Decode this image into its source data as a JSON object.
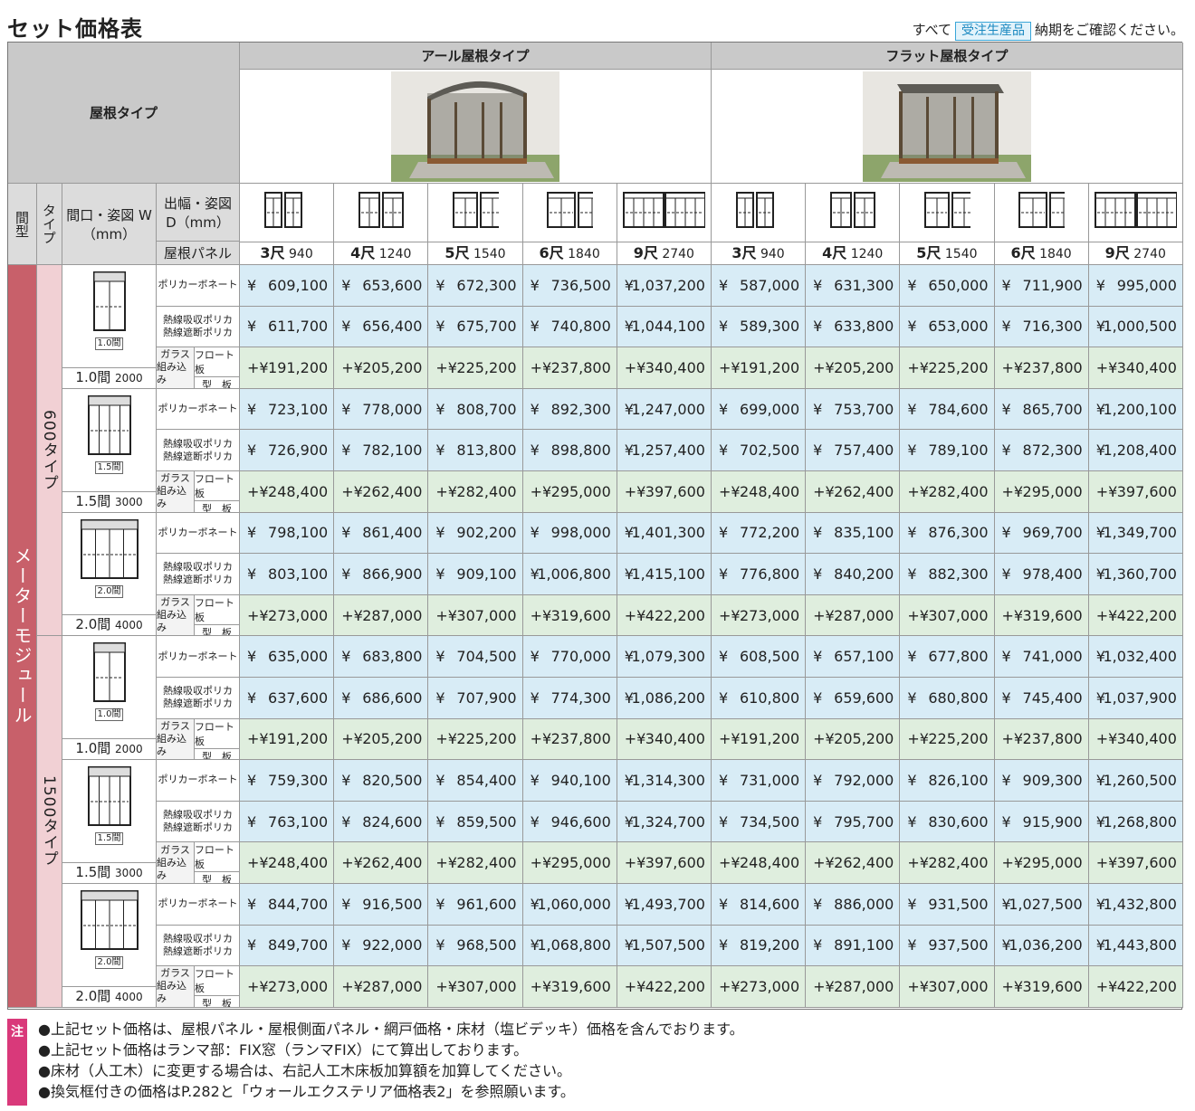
{
  "title": "セット価格表",
  "top_note": {
    "prefix": "すべて",
    "badge": "受注生産品",
    "suffix": "納期をご確認ください。"
  },
  "header": {
    "roof_type_label": "屋根タイプ",
    "r_type": "アール屋根タイプ",
    "flat_type": "フラット屋根タイプ",
    "col_ken": "間型",
    "col_type": "タイプ",
    "col_width": "間口・姿図 W（mm）",
    "col_depth": "出幅・姿図 D（mm）",
    "col_panel": "屋根パネル"
  },
  "sizes": [
    {
      "shaku": "3尺",
      "mm": "940"
    },
    {
      "shaku": "4尺",
      "mm": "1240"
    },
    {
      "shaku": "5尺",
      "mm": "1540"
    },
    {
      "shaku": "6尺",
      "mm": "1840"
    },
    {
      "shaku": "9尺",
      "mm": "2740"
    },
    {
      "shaku": "3尺",
      "mm": "940"
    },
    {
      "shaku": "4尺",
      "mm": "1240"
    },
    {
      "shaku": "5尺",
      "mm": "1540"
    },
    {
      "shaku": "6尺",
      "mm": "1840"
    },
    {
      "shaku": "9尺",
      "mm": "2740"
    }
  ],
  "module_label": "メーターモジュール",
  "type_labels": [
    "600タイプ",
    "1500タイプ"
  ],
  "panel_labels": {
    "poly": "ポリカーボネート",
    "heat1": "熱線吸収ポリカ",
    "heat2": "熱線遮断ポリカ",
    "glass1": "ガラス",
    "glass2": "組み込み",
    "float": "フロート板",
    "kata": "型　板"
  },
  "width_groups": [
    {
      "ken": "1.0間",
      "mm": "2000",
      "tag": "1.0間",
      "poly": [
        "609,100",
        "653,600",
        "672,300",
        "736,500",
        "1,037,200",
        "587,000",
        "631,300",
        "650,000",
        "711,900",
        "995,000"
      ],
      "heat": [
        "611,700",
        "656,400",
        "675,700",
        "740,800",
        "1,044,100",
        "589,300",
        "633,800",
        "653,000",
        "716,300",
        "1,000,500"
      ],
      "glass": [
        "191,200",
        "205,200",
        "225,200",
        "237,800",
        "340,400",
        "191,200",
        "205,200",
        "225,200",
        "237,800",
        "340,400"
      ]
    },
    {
      "ken": "1.5間",
      "mm": "3000",
      "tag": "1.5間",
      "poly": [
        "723,100",
        "778,000",
        "808,700",
        "892,300",
        "1,247,000",
        "699,000",
        "753,700",
        "784,600",
        "865,700",
        "1,200,100"
      ],
      "heat": [
        "726,900",
        "782,100",
        "813,800",
        "898,800",
        "1,257,400",
        "702,500",
        "757,400",
        "789,100",
        "872,300",
        "1,208,400"
      ],
      "glass": [
        "248,400",
        "262,400",
        "282,400",
        "295,000",
        "397,600",
        "248,400",
        "262,400",
        "282,400",
        "295,000",
        "397,600"
      ]
    },
    {
      "ken": "2.0間",
      "mm": "4000",
      "tag": "2.0間",
      "poly": [
        "798,100",
        "861,400",
        "902,200",
        "998,000",
        "1,401,300",
        "772,200",
        "835,100",
        "876,300",
        "969,700",
        "1,349,700"
      ],
      "heat": [
        "803,100",
        "866,900",
        "909,100",
        "1,006,800",
        "1,415,100",
        "776,800",
        "840,200",
        "882,300",
        "978,400",
        "1,360,700"
      ],
      "glass": [
        "273,000",
        "287,000",
        "307,000",
        "319,600",
        "422,200",
        "273,000",
        "287,000",
        "307,000",
        "319,600",
        "422,200"
      ]
    },
    {
      "ken": "1.0間",
      "mm": "2000",
      "tag": "1.0間",
      "poly": [
        "635,000",
        "683,800",
        "704,500",
        "770,000",
        "1,079,300",
        "608,500",
        "657,100",
        "677,800",
        "741,000",
        "1,032,400"
      ],
      "heat": [
        "637,600",
        "686,600",
        "707,900",
        "774,300",
        "1,086,200",
        "610,800",
        "659,600",
        "680,800",
        "745,400",
        "1,037,900"
      ],
      "glass": [
        "191,200",
        "205,200",
        "225,200",
        "237,800",
        "340,400",
        "191,200",
        "205,200",
        "225,200",
        "237,800",
        "340,400"
      ]
    },
    {
      "ken": "1.5間",
      "mm": "3000",
      "tag": "1.5間",
      "poly": [
        "759,300",
        "820,500",
        "854,400",
        "940,100",
        "1,314,300",
        "731,000",
        "792,000",
        "826,100",
        "909,300",
        "1,260,500"
      ],
      "heat": [
        "763,100",
        "824,600",
        "859,500",
        "946,600",
        "1,324,700",
        "734,500",
        "795,700",
        "830,600",
        "915,900",
        "1,268,800"
      ],
      "glass": [
        "248,400",
        "262,400",
        "282,400",
        "295,000",
        "397,600",
        "248,400",
        "262,400",
        "282,400",
        "295,000",
        "397,600"
      ]
    },
    {
      "ken": "2.0間",
      "mm": "4000",
      "tag": "2.0間",
      "poly": [
        "844,700",
        "916,500",
        "961,600",
        "1,060,000",
        "1,493,700",
        "814,600",
        "886,000",
        "931,500",
        "1,027,500",
        "1,432,800"
      ],
      "heat": [
        "849,700",
        "922,000",
        "968,500",
        "1,068,800",
        "1,507,500",
        "819,200",
        "891,100",
        "937,500",
        "1,036,200",
        "1,443,800"
      ],
      "glass": [
        "273,000",
        "287,000",
        "307,000",
        "319,600",
        "422,200",
        "273,000",
        "287,000",
        "307,000",
        "319,600",
        "422,200"
      ]
    }
  ],
  "yen": "¥",
  "plus_yen": "+¥",
  "notes": {
    "tag": "注",
    "items": [
      "上記セット価格は、屋根パネル・屋根側面パネル・網戸価格・床材（塩ビデッキ）価格を含んでおります。",
      "上記セット価格はランマ部：FIX窓（ランマFIX）にて算出しております。",
      "床材（人工木）に変更する場合は、右記人工木床板加算額を加算してください。",
      "換気框付きの価格はP.282と「ウォールエクステリア価格表2」を参照願います。"
    ]
  },
  "colors": {
    "price_blue": "#d8ecf6",
    "price_green": "#dfeede",
    "module_pink": "#c8606a",
    "type_pink": "#f1d0d4",
    "note_tag": "#d9397a"
  }
}
